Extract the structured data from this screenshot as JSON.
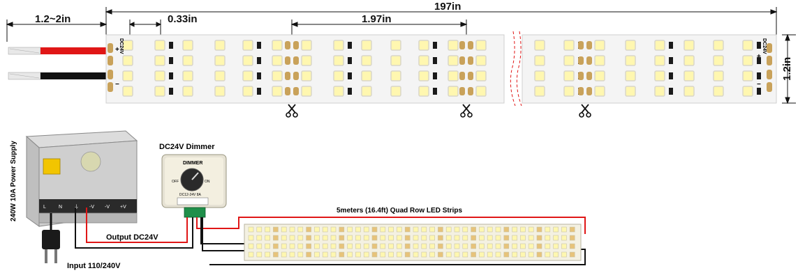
{
  "dimensions": {
    "total_length": "197in",
    "lead_length": "1.2~2in",
    "led_pitch": "0.33in",
    "cut_interval": "1.97in",
    "strip_width": "1.2in"
  },
  "strip": {
    "voltage_label": "DC24V",
    "plus_sign": "+",
    "minus_sign": "−"
  },
  "components": {
    "power_supply_label": "240W 10A Power Supply",
    "dimmer_title": "DC24V Dimmer",
    "dimmer_face_label": "DIMMER",
    "dimmer_off": "OFF",
    "dimmer_on": "ON",
    "dimmer_spec": "DC12-24V 8A",
    "psu_terminals": [
      "L",
      "N",
      "⏚",
      "-V",
      "-V",
      "+V"
    ]
  },
  "wiring": {
    "output_label": "Output DC24V",
    "input_label": "Input 110/240V",
    "strip_label": "5meters (16.4ft) Quad Row LED Strips"
  },
  "colors": {
    "strip_bg": "#f4f4f4",
    "led_yellow": "#fff7b0",
    "led_frame": "#d9d6c9",
    "pad_gold": "#c9a25a",
    "wire_red": "#e01616",
    "wire_black": "#111111",
    "resistor_black": "#1a1a1a"
  }
}
